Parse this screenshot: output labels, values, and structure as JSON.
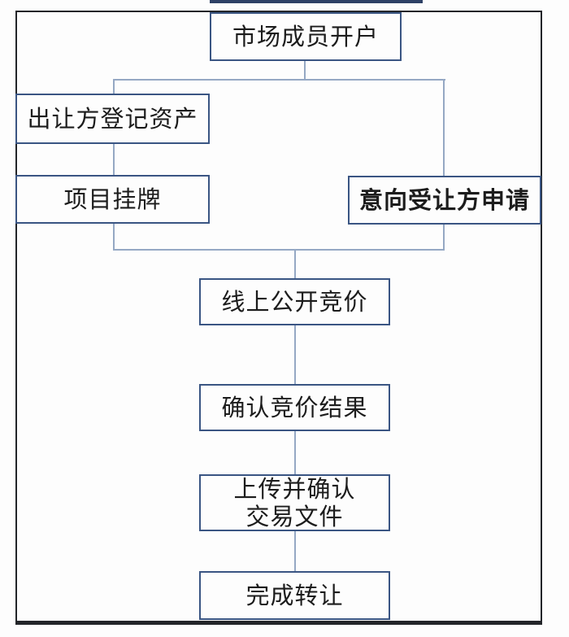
{
  "canvas": {
    "background": "#fdfdfd",
    "frame_border_color": "#232529",
    "top_sliver_color": "#2e4166"
  },
  "flowchart": {
    "box_border_color": "#3a5583",
    "connector_color": "#95a8c4",
    "text_color": "#1c1c1c",
    "nodes": [
      {
        "name": "market-member-account",
        "label": "市场成员开户",
        "bold": false
      },
      {
        "name": "transferor-register-assets",
        "label": "出让方登记资产",
        "bold": false
      },
      {
        "name": "project-listing",
        "label": "项目挂牌",
        "bold": false
      },
      {
        "name": "transferee-application",
        "label": "意向受让方申请",
        "bold": true
      },
      {
        "name": "online-public-bidding",
        "label": "线上公开竞价",
        "bold": false
      },
      {
        "name": "confirm-bidding-result",
        "label": "确认竞价结果",
        "bold": false
      },
      {
        "name": "upload-confirm-documents",
        "label": "上传并确认\n交易文件",
        "bold": false
      },
      {
        "name": "complete-transfer",
        "label": "完成转让",
        "bold": false
      }
    ],
    "edges": [
      {
        "from": "market-member-account",
        "to": "transferor-register-assets"
      },
      {
        "from": "market-member-account",
        "to": "transferee-application"
      },
      {
        "from": "transferor-register-assets",
        "to": "project-listing"
      },
      {
        "from": "project-listing",
        "to": "online-public-bidding"
      },
      {
        "from": "transferee-application",
        "to": "online-public-bidding"
      },
      {
        "from": "online-public-bidding",
        "to": "confirm-bidding-result"
      },
      {
        "from": "confirm-bidding-result",
        "to": "upload-confirm-documents"
      },
      {
        "from": "upload-confirm-documents",
        "to": "complete-transfer"
      }
    ]
  }
}
